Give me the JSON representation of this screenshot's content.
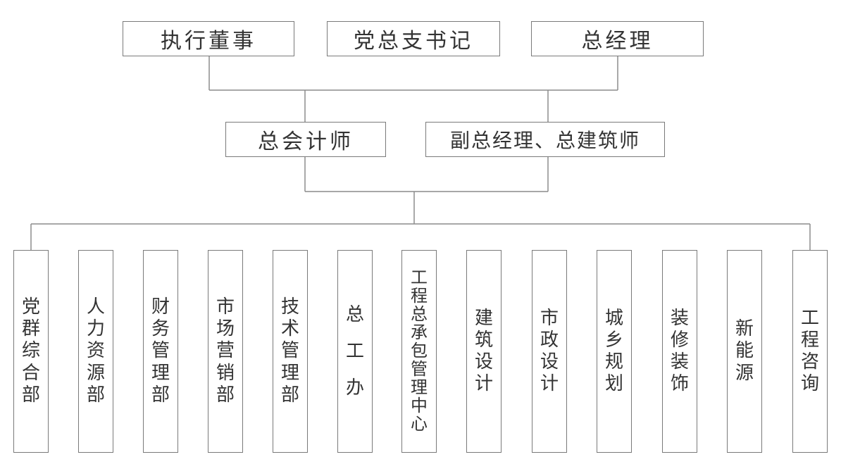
{
  "top": [
    {
      "id": "exec-director",
      "label": "执行董事"
    },
    {
      "id": "party-secretary",
      "label": "党总支书记"
    },
    {
      "id": "general-manager",
      "label": "总经理"
    }
  ],
  "middle": [
    {
      "id": "chief-accountant",
      "label": "总会计师"
    },
    {
      "id": "deputy-gm",
      "label": "副总经理、总建筑师"
    }
  ],
  "departments": [
    {
      "id": "party-mass",
      "label": "党群综合部"
    },
    {
      "id": "hr",
      "label": "人力资源部"
    },
    {
      "id": "finance",
      "label": "财务管理部"
    },
    {
      "id": "marketing",
      "label": "市场营销部"
    },
    {
      "id": "tech-mgmt",
      "label": "技术管理部"
    },
    {
      "id": "chief-engineer-office",
      "label": "总工办"
    },
    {
      "id": "epc-center",
      "label": "工程总承包管理中心"
    },
    {
      "id": "architecture-design",
      "label": "建筑设计"
    },
    {
      "id": "municipal-design",
      "label": "市政设计"
    },
    {
      "id": "urban-rural-planning",
      "label": "城乡规划"
    },
    {
      "id": "decoration",
      "label": "装修装饰"
    },
    {
      "id": "new-energy",
      "label": "新能源"
    },
    {
      "id": "consulting",
      "label": "工程咨询"
    }
  ]
}
